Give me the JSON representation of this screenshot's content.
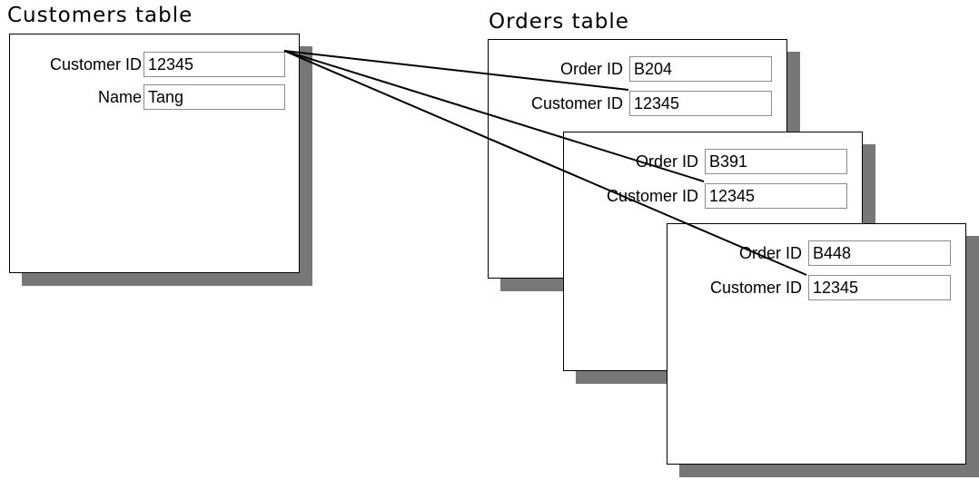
{
  "customers": {
    "title": "Customers table",
    "fields": [
      {
        "label": "Customer ID",
        "value": "12345"
      },
      {
        "label": "Name",
        "value": "Tang"
      }
    ]
  },
  "orders": {
    "title": "Orders table",
    "records": [
      {
        "fields": [
          {
            "label": "Order ID",
            "value": "B204"
          },
          {
            "label": "Customer ID",
            "value": "12345"
          }
        ]
      },
      {
        "fields": [
          {
            "label": "Order ID",
            "value": "B391"
          },
          {
            "label": "Customer ID",
            "value": "12345"
          }
        ]
      },
      {
        "fields": [
          {
            "label": "Order ID",
            "value": "B448"
          },
          {
            "label": "Customer ID",
            "value": "12345"
          }
        ]
      }
    ]
  },
  "colors": {
    "line": "#000000",
    "shadow": "#777777",
    "field_border": "#8c8c8c"
  }
}
